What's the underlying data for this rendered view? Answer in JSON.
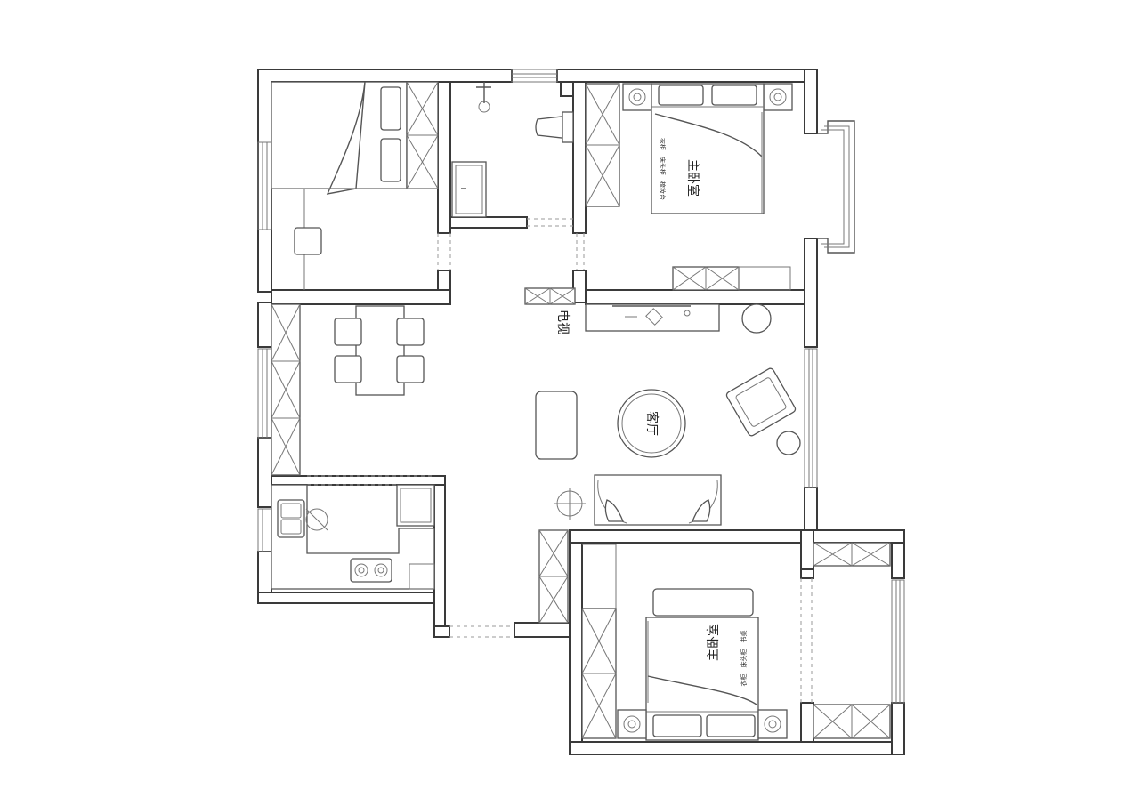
{
  "plan": {
    "master_bedroom_top_label": "主卧室",
    "master_bedroom_top_note": "衣柜　床头柜　梳妆台",
    "master_bedroom_bottom_label": "主卧室",
    "master_bedroom_bottom_note": "衣柜　床头柜　书桌",
    "living_room_label": "客厅",
    "tv_label": "电视"
  },
  "colors": {
    "wall": "#3a3a3a",
    "line": "#555555",
    "background": "#ffffff"
  }
}
